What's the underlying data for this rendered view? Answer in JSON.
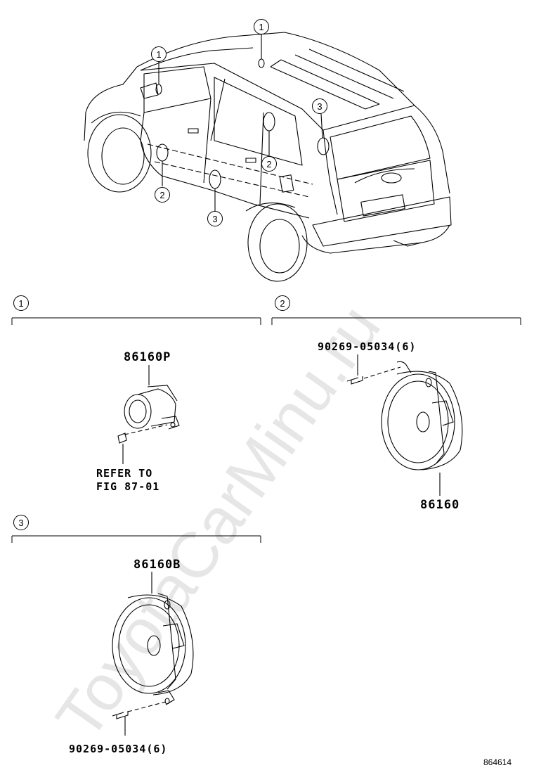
{
  "watermark": "ToyotaCarMinu.ru",
  "figure_id": "864614",
  "callouts": {
    "c1": "1",
    "c2": "2",
    "c3": "3"
  },
  "sections": [
    {
      "number": "1",
      "part_no": "86160P",
      "note_line1": "REFER TO",
      "note_line2": "FIG 87-01"
    },
    {
      "number": "2",
      "part_no": "86160",
      "bolt": "90269-05034(6)"
    },
    {
      "number": "3",
      "part_no": "86160B",
      "bolt": "90269-05034(6)"
    }
  ]
}
